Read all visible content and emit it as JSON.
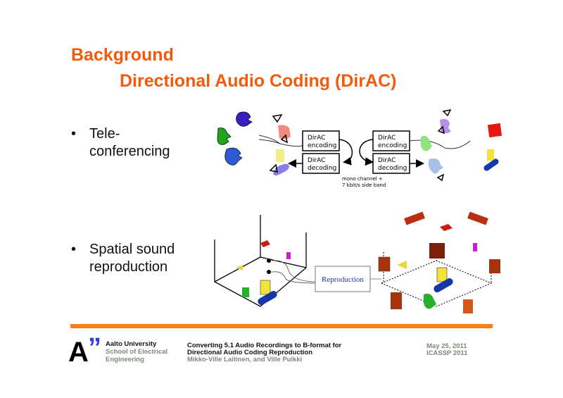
{
  "slide": {
    "title_line1": "Background",
    "title_line2": "Directional Audio Coding (DirAC)",
    "bullets": [
      {
        "symbol": "•",
        "line1": "Tele-",
        "line2": "conferencing"
      },
      {
        "symbol": "•",
        "line1": "Spatial sound",
        "line2": "reproduction"
      }
    ],
    "colors": {
      "accent": "#f25a0d",
      "separator": "#ff7f17",
      "logo_quote": "#2f3adf",
      "footer_grey": "#7d8a77"
    }
  },
  "figure_teleconf": {
    "box_encoding_left": [
      "DirAC",
      "encoding"
    ],
    "box_decoding_left": [
      "DirAC",
      "decoding"
    ],
    "box_encoding_right": [
      "DirAC",
      "encoding"
    ],
    "box_decoding_right": [
      "DirAC",
      "decoding"
    ],
    "channel_note": [
      "mono channel +",
      "7 kbit/s side band"
    ]
  },
  "figure_reproduction": {
    "box_label": "Reproduction"
  },
  "footer": {
    "logo_letter": "A",
    "logo_quote": "”",
    "university": "Aalto University",
    "school_line1": "School of Electrical",
    "school_line2": "Engineering",
    "talk_title_line1": "Converting 5.1 Audio Recordings to B-format for",
    "talk_title_line2": "Directional Audio Coding Reproduction",
    "authors": "Mikko-Ville Laitinen, and Ville Pulkki",
    "date": "May 25, 2011",
    "venue": "ICASSP 2011"
  }
}
